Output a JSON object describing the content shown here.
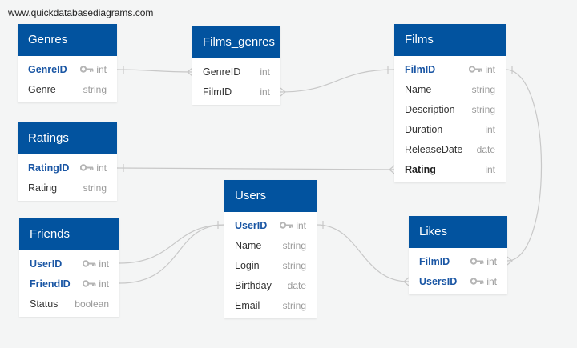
{
  "watermark": "www.quickdatabasediagrams.com",
  "tables": {
    "genres": {
      "name": "Genres",
      "fields": [
        {
          "name": "GenreID",
          "type": "int"
        },
        {
          "name": "Genre",
          "type": "string"
        }
      ]
    },
    "films_genres": {
      "name": "Films_genres",
      "fields": [
        {
          "name": "GenreID",
          "type": "int"
        },
        {
          "name": "FilmID",
          "type": "int"
        }
      ]
    },
    "films": {
      "name": "Films",
      "fields": [
        {
          "name": "FilmID",
          "type": "int"
        },
        {
          "name": "Name",
          "type": "string"
        },
        {
          "name": "Description",
          "type": "string"
        },
        {
          "name": "Duration",
          "type": "int"
        },
        {
          "name": "ReleaseDate",
          "type": "date"
        },
        {
          "name": "Rating",
          "type": "int"
        }
      ]
    },
    "ratings": {
      "name": "Ratings",
      "fields": [
        {
          "name": "RatingID",
          "type": "int"
        },
        {
          "name": "Rating",
          "type": "string"
        }
      ]
    },
    "users": {
      "name": "Users",
      "fields": [
        {
          "name": "UserID",
          "type": "int"
        },
        {
          "name": "Name",
          "type": "string"
        },
        {
          "name": "Login",
          "type": "string"
        },
        {
          "name": "Birthday",
          "type": "date"
        },
        {
          "name": "Email",
          "type": "string"
        }
      ]
    },
    "friends": {
      "name": "Friends",
      "fields": [
        {
          "name": "UserID",
          "type": "int"
        },
        {
          "name": "FriendID",
          "type": "int"
        },
        {
          "name": "Status",
          "type": "boolean"
        }
      ]
    },
    "likes": {
      "name": "Likes",
      "fields": [
        {
          "name": "FilmID",
          "type": "int"
        },
        {
          "name": "UsersID",
          "type": "int"
        }
      ]
    }
  },
  "colors": {
    "header_bg": "#02539f",
    "key_text": "#1a56a4",
    "type_text": "#9a9a9a",
    "link_line": "#c8c8c8"
  }
}
